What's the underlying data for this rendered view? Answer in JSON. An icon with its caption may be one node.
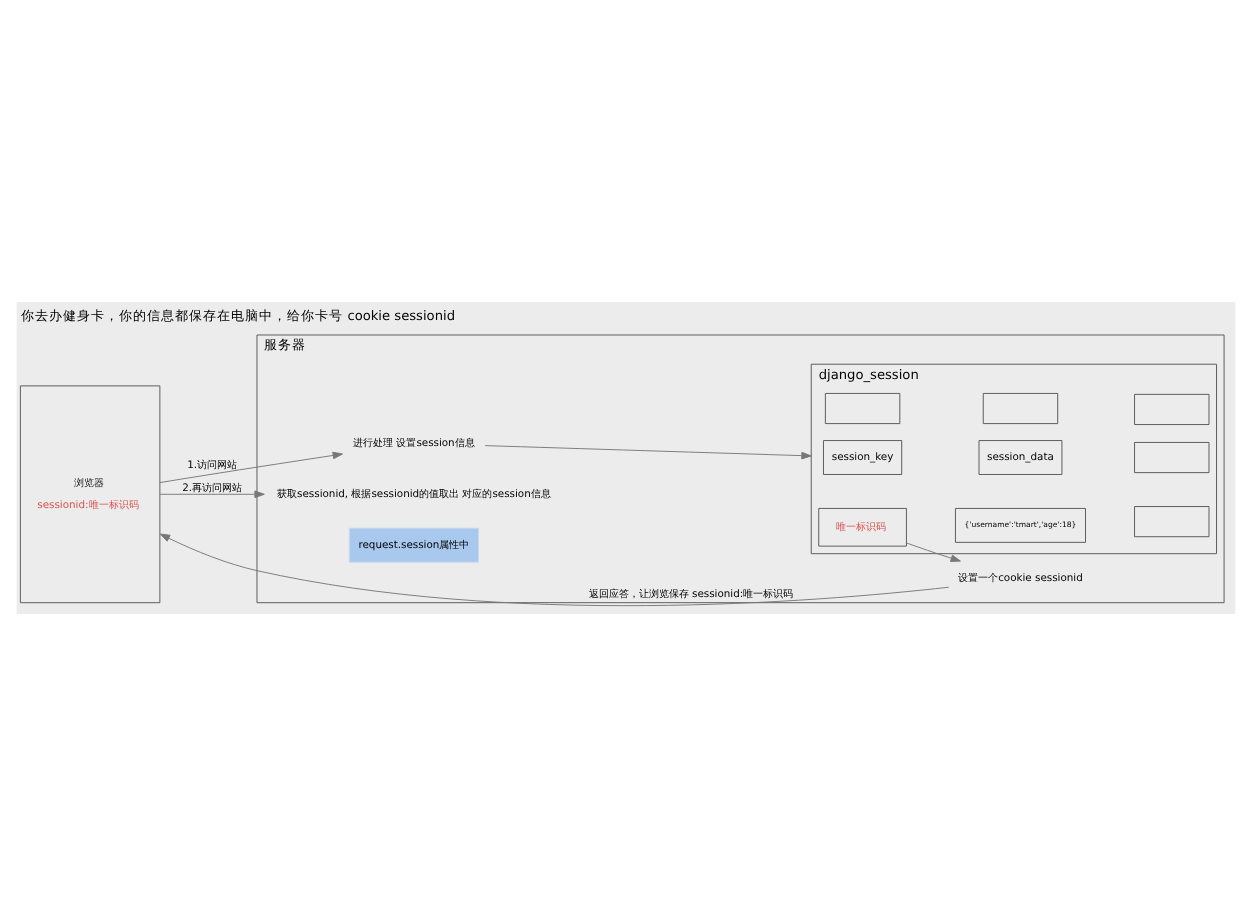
{
  "diagram": {
    "title": "你去办健身卡，你的信息都保存在电脑中，给你卡号 cookie sessionid",
    "nodes": [
      {
        "text": [
          "浏览器",
          "sessionid:唯一标识码"
        ]
      },
      {
        "text": [
          "服务器"
        ]
      },
      {
        "text": [
          "进行处理 设置session信息"
        ],
        "in": 1
      },
      {
        "text": [
          "django_session"
        ],
        "in": 1
      },
      {
        "text": [
          "session_key"
        ],
        "in": 3
      },
      {
        "text": [
          "session_data"
        ],
        "in": 3
      },
      {
        "text": [],
        "shape": "box",
        "in": 3
      },
      {
        "text": [
          "唯一标识码"
        ],
        "in": 3
      },
      {
        "text": [
          "{'username':'tmart','age':18}"
        ],
        "in": 3
      },
      {
        "text": [],
        "shape": "box",
        "in": 3
      },
      {
        "text": [],
        "shape": "box",
        "in": 3
      },
      {
        "text": [],
        "shape": "box",
        "in": 3
      },
      {
        "text": [],
        "shape": "box",
        "in": 3
      },
      {
        "text": [
          "设置一个cookie sessionid"
        ],
        "in": 1
      },
      {
        "text": [
          "获取sessionid, 根据sessionid的值取出 对应的session信息"
        ],
        "in": 1
      },
      {
        "text": [
          "request.session属性中"
        ],
        "in": 1
      }
    ],
    "edges": [
      {
        "from": 0,
        "to": 2,
        "arrow": "to",
        "label": "1.访问网站"
      },
      {
        "from": 2,
        "to": 3,
        "arrow": "to"
      },
      {
        "from": 7,
        "to": 13,
        "arrow": "to"
      },
      {
        "from": 13,
        "to": 0,
        "arrow": "to",
        "label": "返回应答，让浏览保存 sessionid:唯一标识码"
      },
      {
        "from": 0,
        "to": 14,
        "arrow": "to",
        "label": "2.再访问网站"
      }
    ]
  }
}
